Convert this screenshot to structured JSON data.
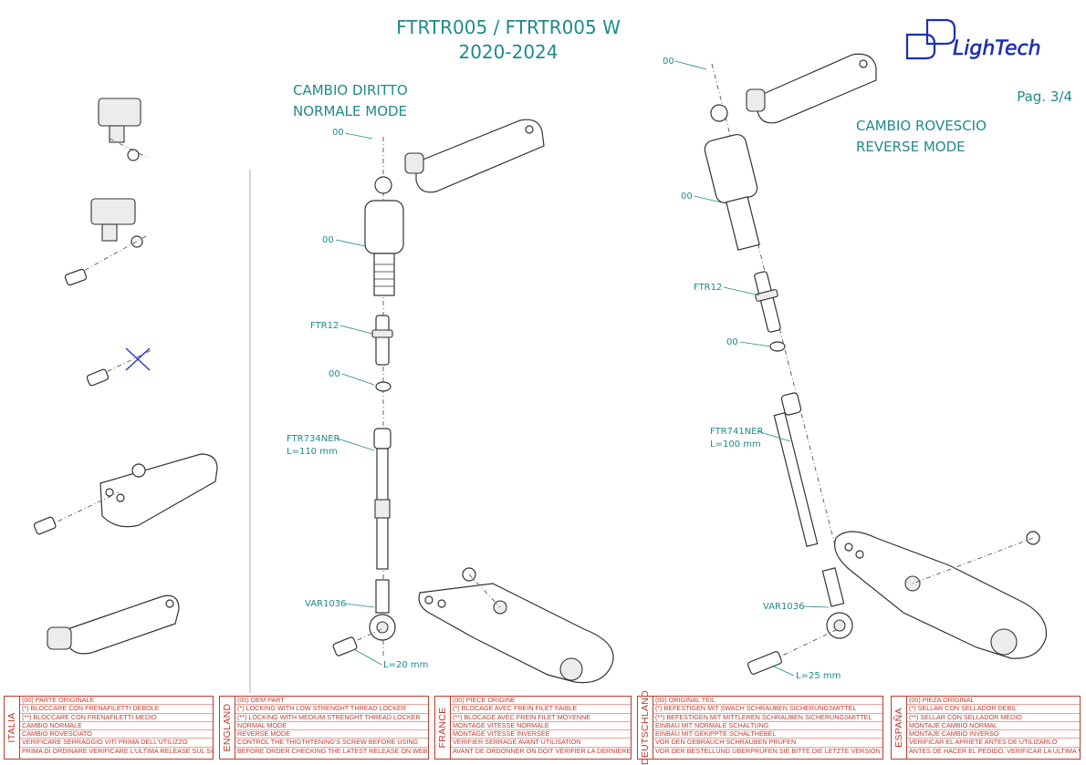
{
  "header": {
    "title": "FTRTR005 / FTRTR005 W",
    "years": "2020-2024",
    "page": "Pag. 3/4",
    "brand": "LighTech"
  },
  "modes": {
    "normal_line1": "CAMBIO DIRITTO",
    "normal_line2": "NORMALE MODE",
    "reverse_line1": "CAMBIO ROVESCIO",
    "reverse_line2": "REVERSE MODE"
  },
  "callouts_normal": {
    "oem1": "00",
    "oem2": "00",
    "ftr12": "FTR12",
    "oem3": "00",
    "rod": "FTR734NER",
    "rod_length": "L=110 mm",
    "joint": "VAR1036",
    "bolt_length": "L=20 mm"
  },
  "callouts_reverse": {
    "oem1": "00",
    "oem2": "00",
    "ftr12": "FTR12",
    "oem3": "00",
    "rod": "FTR741NER",
    "rod_length": "L=100 mm",
    "joint": "VAR1036",
    "bolt_length": "L=25 mm"
  },
  "legend": [
    {
      "country": "ITALIA",
      "lines": [
        "(00) PARTE ORIGINALE",
        "(*)   BLOCCARE CON FRENAFILETTI DEBOLE",
        "(**)  BLOCCARE CON FRENAFILETTI MEDIO",
        "CAMBIO NORMALE",
        "CAMBIO ROVESCIATO",
        "VERIFICARE SERRAGGIO VITI PRIMA DELL'UTILIZZO",
        "PRIMA DI ORDINARE VERIFICARE L'ULTIMA RELEASE SUL SITO"
      ]
    },
    {
      "country": "ENGLAND",
      "lines": [
        "(00) OEM PART",
        "(*)   LOCKING WITH LOW STRENGHT THREAD LOCKER",
        "(**)  LOCKING WITH MEDIUM STRENGHT THREAD LOCKER",
        "NORMAL MODE",
        "REVERSE MODE",
        "CONTROL THE THIGTHTENING'S SCREW BEFORE USING",
        "BEFORE ORDER CHECKING THE LATEST RELEASE ON WEBSITE"
      ]
    },
    {
      "country": "FRANCE",
      "lines": [
        "(00) PIECE ORIGINE",
        "(*)   BLOCAGE AVEC FREIN FILET FAIBLE",
        "(**)  BLOCAGE AVEC FREIN FILET MOYENNE",
        "MONTAGE VITESSE NORMALE",
        "MONTAGE VITESSE INVERSEE",
        "VERIFIER SERRAGE AVANT UTILISATION",
        "AVANT DE ORDONNER ON DOIT VÉRIFIER LA DERNIERE RELEASE SUR LE SITE INTERNET"
      ]
    },
    {
      "country": "DEUTSCHLAND",
      "lines": [
        "(00) ORIGINAL TEIL",
        "(*)   BEFESTIGEN MIT SWACH SCHRAUBEN SICHERUNGSMITTEL",
        "(**)  BEFESTIGEN MIT MITTLEREN SCHRAUBEN SICHERUNGSMITTEL",
        "EINBAU MIT NORMALE SCHALTUNG",
        "EINBAU MIT GEKIPPTE SCHALTHEBEL",
        "VOR DEN GEBRAUCH SCHRAUBEN PRÜFEN",
        "VOR DER BESTELLUNG ÜBERPRÜFEN SIE BITTE DIE LETZTE VERSION DIESER ARTIKEL AUF DER INTERNET SEITE VON LIGHTECH"
      ]
    },
    {
      "country": "ESPAÑA",
      "lines": [
        "(00) PIEZA ORIGINAL",
        "(*)   SELLAR CON SELLADOR DEBIL",
        "(**)  SELLAR CON SELLADOR MEDIO",
        "MONTAJE  CAMBIO NORMAL",
        "MONTAJE CAMBIO INVERSO",
        "VERIFICAR EL APRIETE ANTES DE UTILIZARLO",
        "ANTES DE HACER EL PEDIDO, VERIFICAR LA ULTIMA VERSION EN LA WEB LIGHTECH"
      ]
    }
  ],
  "colors": {
    "teal": "#1f8a8a",
    "logo_blue": "#1a2fb5",
    "legend_red": "#c0392b",
    "cross_out": "#2a33c8"
  },
  "icons": [
    "logo-icon",
    "removed-part-cross-icon"
  ]
}
